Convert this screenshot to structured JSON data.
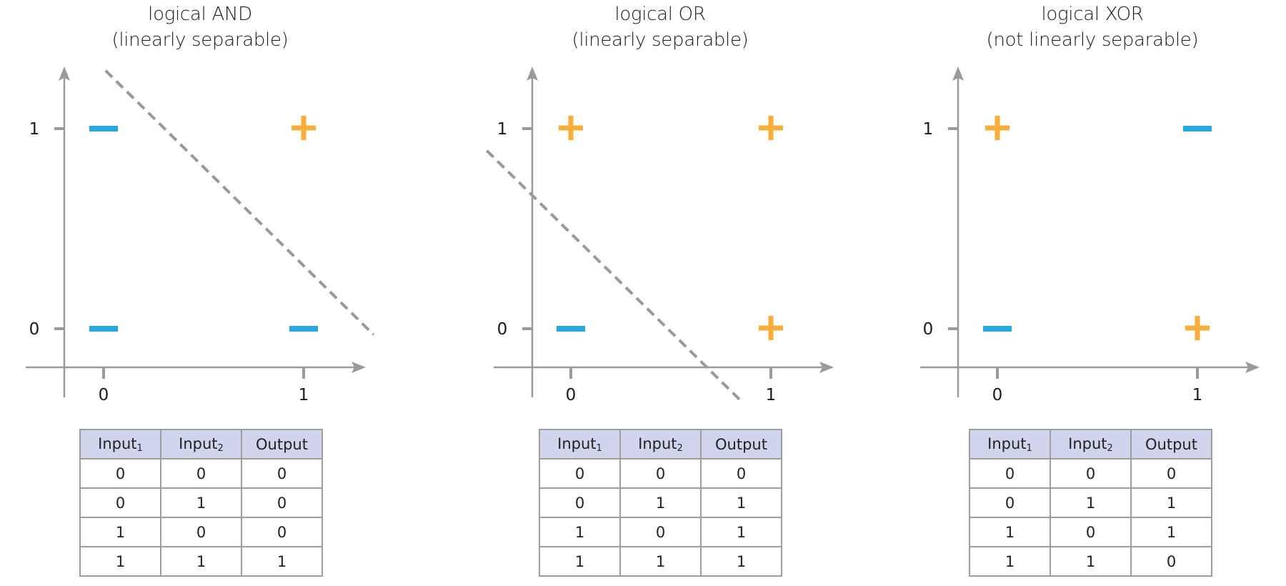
{
  "colors": {
    "positive": "#f9ae3b",
    "negative": "#29a7df",
    "axis": "#9a9a9a",
    "separator": "#999999",
    "table_header_bg": "#d0d4ec",
    "table_border": "#9e9e9e"
  },
  "chart_data": [
    {
      "type": "scatter",
      "title": "logical AND",
      "subtitle": "(linearly separable)",
      "xlabel": "",
      "ylabel": "",
      "x_ticks": [
        "0",
        "1"
      ],
      "y_ticks": [
        "0",
        "1"
      ],
      "xlim": [
        -0.2,
        1.3
      ],
      "ylim": [
        -0.2,
        1.35
      ],
      "points": [
        {
          "x": 0,
          "y": 0,
          "label": "-"
        },
        {
          "x": 0,
          "y": 1,
          "label": "-"
        },
        {
          "x": 1,
          "y": 0,
          "label": "-"
        },
        {
          "x": 1,
          "y": 1,
          "label": "+"
        }
      ],
      "decision_boundary": {
        "style": "dashed",
        "from": [
          0.01,
          1.29
        ],
        "to": [
          1.35,
          -0.03
        ]
      },
      "table": {
        "headers": [
          {
            "base": "Input",
            "sub": "1"
          },
          {
            "base": "Input",
            "sub": "2"
          },
          {
            "base": "Output",
            "sub": ""
          }
        ],
        "rows": [
          [
            "0",
            "0",
            "0"
          ],
          [
            "0",
            "1",
            "0"
          ],
          [
            "1",
            "0",
            "0"
          ],
          [
            "1",
            "1",
            "1"
          ]
        ]
      }
    },
    {
      "type": "scatter",
      "title": "logical OR",
      "subtitle": "(linearly separable)",
      "xlabel": "",
      "ylabel": "",
      "x_ticks": [
        "0",
        "1"
      ],
      "y_ticks": [
        "0",
        "1"
      ],
      "xlim": [
        -0.2,
        1.3
      ],
      "ylim": [
        -0.2,
        1.35
      ],
      "points": [
        {
          "x": 0,
          "y": 0,
          "label": "-"
        },
        {
          "x": 0,
          "y": 1,
          "label": "+"
        },
        {
          "x": 1,
          "y": 0,
          "label": "+"
        },
        {
          "x": 1,
          "y": 1,
          "label": "+"
        }
      ],
      "decision_boundary": {
        "style": "dashed",
        "from": [
          -0.42,
          0.89
        ],
        "to": [
          0.86,
          -0.37
        ]
      },
      "table": {
        "headers": [
          {
            "base": "Input",
            "sub": "1"
          },
          {
            "base": "Input",
            "sub": "2"
          },
          {
            "base": "Output",
            "sub": ""
          }
        ],
        "rows": [
          [
            "0",
            "0",
            "0"
          ],
          [
            "0",
            "1",
            "1"
          ],
          [
            "1",
            "0",
            "1"
          ],
          [
            "1",
            "1",
            "1"
          ]
        ]
      }
    },
    {
      "type": "scatter",
      "title": "logical XOR",
      "subtitle": "(not linearly separable)",
      "xlabel": "",
      "ylabel": "",
      "x_ticks": [
        "0",
        "1"
      ],
      "y_ticks": [
        "0",
        "1"
      ],
      "xlim": [
        -0.2,
        1.3
      ],
      "ylim": [
        -0.2,
        1.35
      ],
      "points": [
        {
          "x": 0,
          "y": 0,
          "label": "-"
        },
        {
          "x": 0,
          "y": 1,
          "label": "+"
        },
        {
          "x": 1,
          "y": 0,
          "label": "+"
        },
        {
          "x": 1,
          "y": 1,
          "label": "-"
        }
      ],
      "decision_boundary": null,
      "table": {
        "headers": [
          {
            "base": "Input",
            "sub": "1"
          },
          {
            "base": "Input",
            "sub": "2"
          },
          {
            "base": "Output",
            "sub": ""
          }
        ],
        "rows": [
          [
            "0",
            "0",
            "0"
          ],
          [
            "0",
            "1",
            "1"
          ],
          [
            "1",
            "0",
            "1"
          ],
          [
            "1",
            "1",
            "0"
          ]
        ]
      }
    }
  ]
}
